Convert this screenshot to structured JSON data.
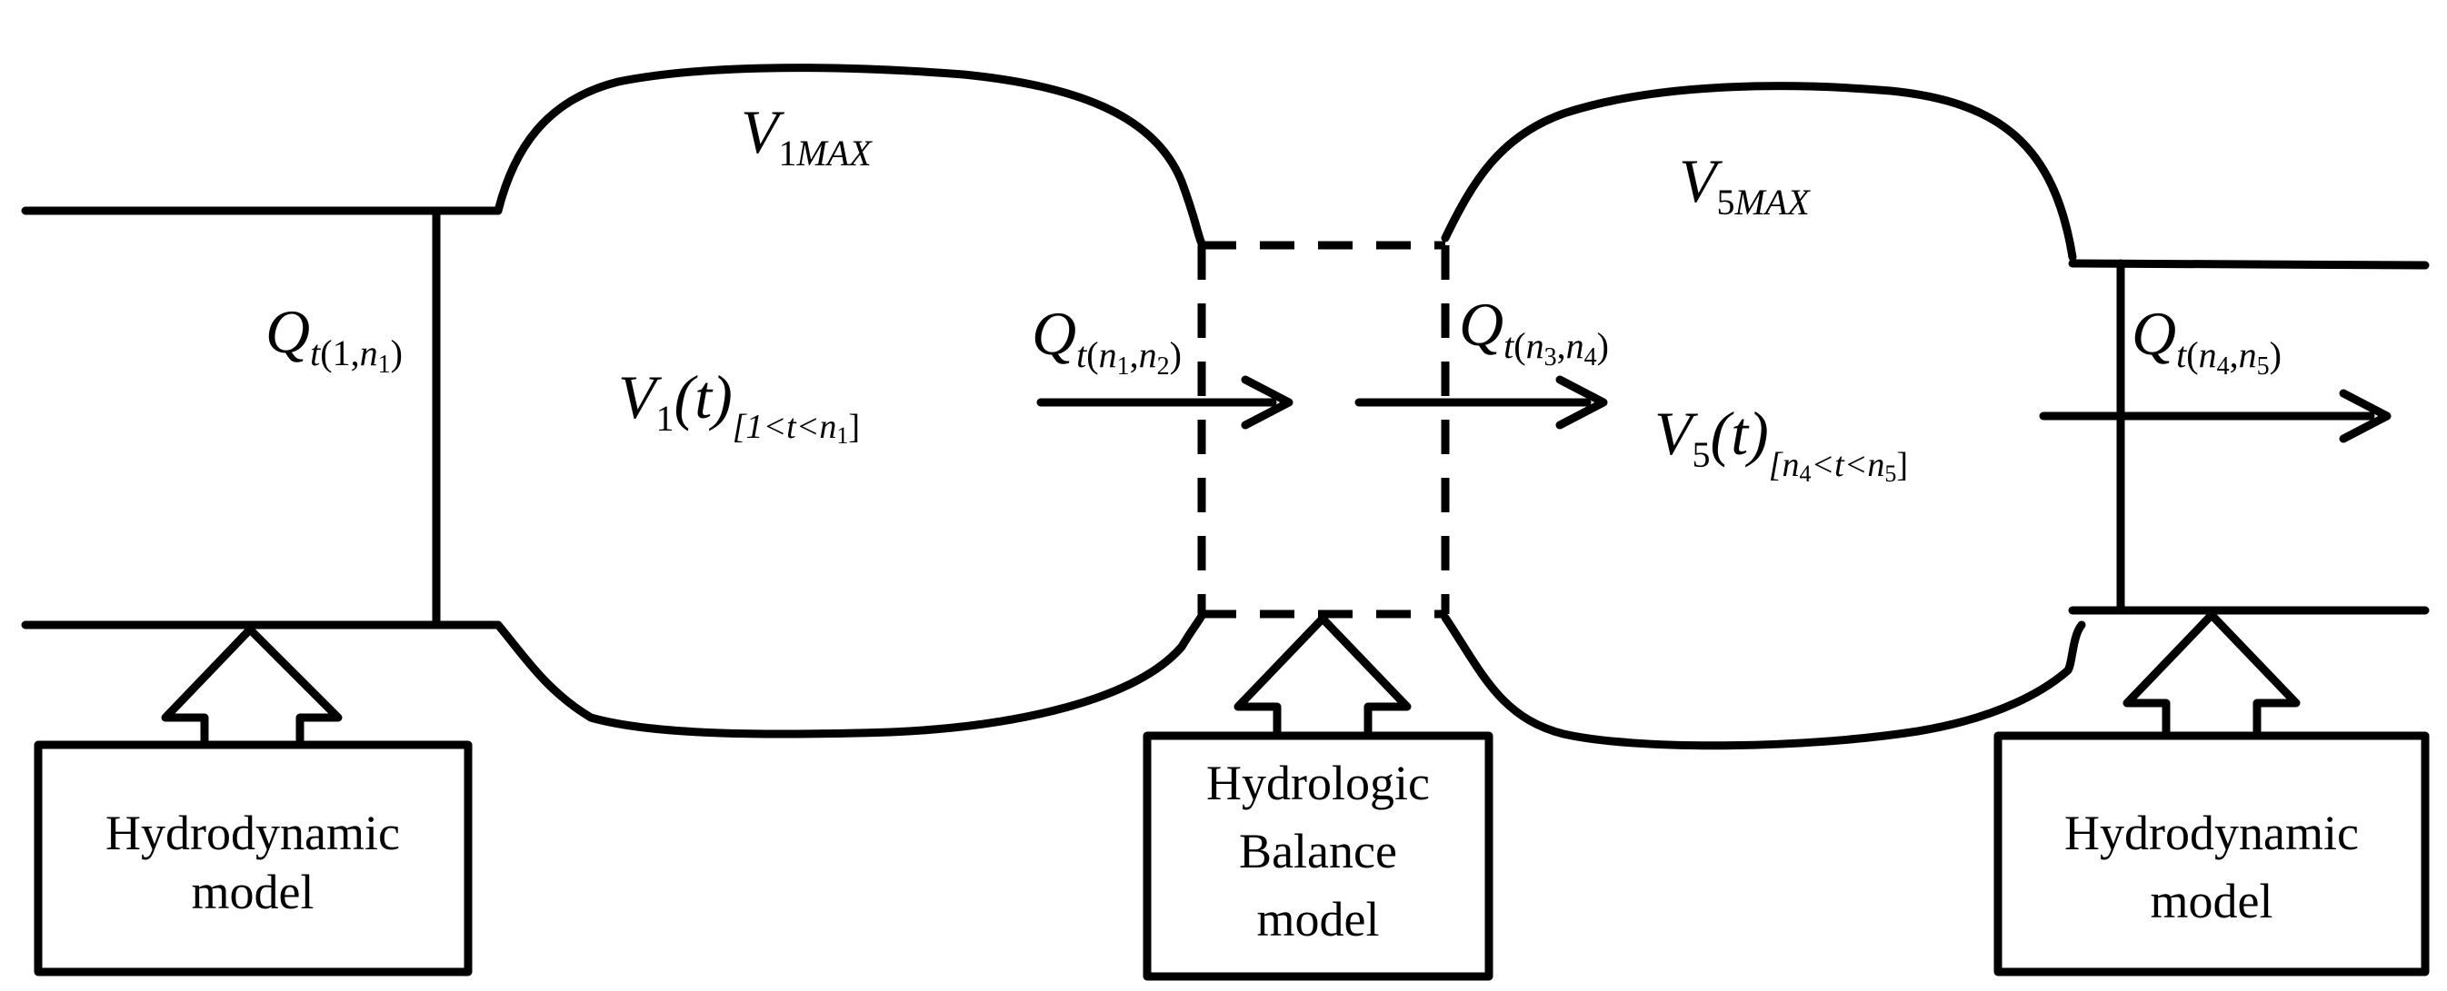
{
  "boxes": {
    "left": {
      "line1": "Hydrodynamic",
      "line2": "model"
    },
    "middle": {
      "line1": "Hydrologic",
      "line2": "Balance",
      "line3": "model"
    },
    "right": {
      "line1": "Hydrodynamic",
      "line2": "model"
    }
  },
  "symbols": {
    "v1max": {
      "base": "V",
      "sub": "1",
      "sup": "MAX"
    },
    "v5max": {
      "base": "V",
      "sub": "5",
      "sup": "MAX"
    },
    "q1": {
      "base": "Q",
      "sub_t": "t",
      "lparen": "(",
      "a": "1",
      "comma": ",",
      "b": "n",
      "bsub": "1",
      "rparen": ")"
    },
    "q2": {
      "base": "Q",
      "sub_t": "t",
      "lparen": "(",
      "a": "n",
      "asub": "1",
      "comma": ",",
      "b": "n",
      "bsub": "2",
      "rparen": ")"
    },
    "q3": {
      "base": "Q",
      "sub_t": "t",
      "lparen": "(",
      "a": "n",
      "asub": "3",
      "comma": ",",
      "b": "n",
      "bsub": "4",
      "rparen": ")"
    },
    "q4": {
      "base": "Q",
      "sub_t": "t",
      "lparen": "(",
      "a": "n",
      "asub": "4",
      "comma": ",",
      "b": "n",
      "bsub": "5",
      "rparen": ")"
    },
    "v1t": {
      "base": "V",
      "sub": "1",
      "arg": "(t)",
      "range": "[1<t<n",
      "rsub": "1",
      "rclose": "]"
    },
    "v5t": {
      "base": "V",
      "sub": "5",
      "arg": "(t)",
      "range": "[n",
      "rsub": "4",
      "mid": "<t<n",
      "rsub2": "5",
      "rclose": "]"
    }
  }
}
